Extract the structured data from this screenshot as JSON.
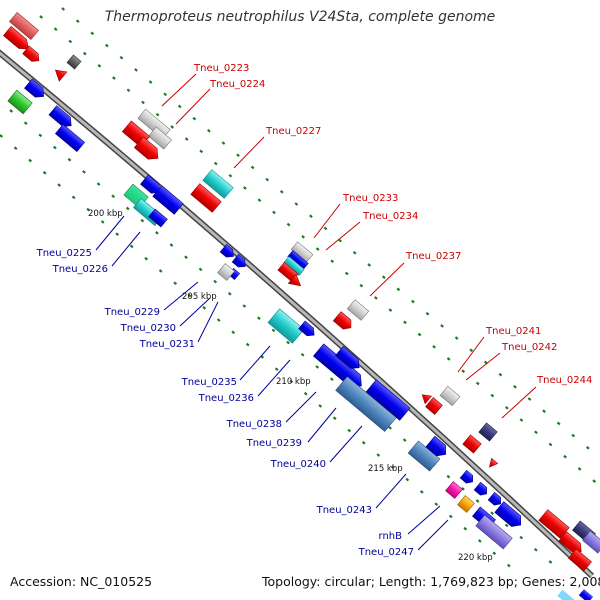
{
  "title": "Thermoproteus neutrophilus V24Sta, complete genome",
  "accession": "Accession: NC_010525",
  "summary": "Topology: circular; Length: 1,769,823 bp; Genes: 2,008",
  "scale_labels": [
    "200 kbp",
    "205 kbp",
    "210 kbp",
    "215 kbp",
    "220 kbp"
  ],
  "gene_labels_upper": [
    "Tneu_0223",
    "Tneu_0224",
    "Tneu_0227",
    "Tneu_0233",
    "Tneu_0234",
    "Tneu_0237",
    "Tneu_0241",
    "Tneu_0242",
    "Tneu_0244"
  ],
  "gene_labels_lower": [
    "Tneu_0225",
    "Tneu_0226",
    "Tneu_0229",
    "Tneu_0230",
    "Tneu_0231",
    "Tneu_0235",
    "Tneu_0236",
    "Tneu_0238",
    "Tneu_0239",
    "Tneu_0240",
    "Tneu_0243",
    "rnhB",
    "Tneu_0247"
  ],
  "colors": {
    "label_upper": "#cc0000",
    "label_lower": "#000099",
    "backbone": "#7f7f7f",
    "tick": "#1e7a1e"
  }
}
